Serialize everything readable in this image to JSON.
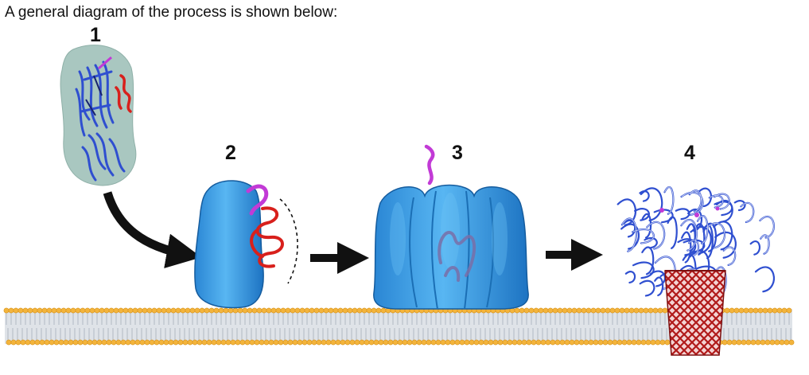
{
  "caption": "A general diagram of the process is shown below:",
  "steps": [
    {
      "number": "1"
    },
    {
      "number": "2"
    },
    {
      "number": "3"
    },
    {
      "number": "4"
    }
  ],
  "colors": {
    "membrane_heads": "#f3b43c",
    "membrane_tails": "#c9cfd6",
    "protein_blue": "#3aa0e6",
    "protein_blue_dark": "#1b6fb5",
    "ribbon_blue": "#2f4fd0",
    "ribbon_red": "#d8201c",
    "linker_magenta": "#c23ad6",
    "halo_teal": "#a9c7c0",
    "arrow": "#111111"
  }
}
